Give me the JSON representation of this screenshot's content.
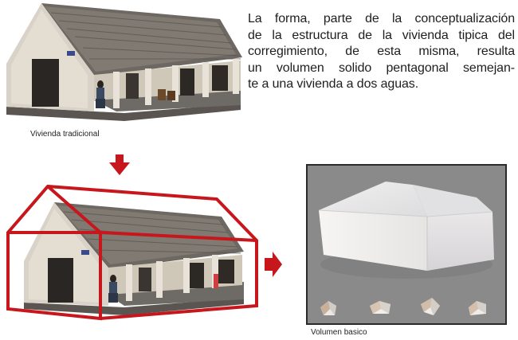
{
  "top_photo": {
    "caption": "Vivienda tradicional"
  },
  "description": {
    "lines": [
      "La forma, parte de la conceptualización",
      "de la estructura de la vivienda tipica del",
      "corregimiento, de esta misma, resulta",
      "un volumen solido pentagonal semejan-",
      "te a una vivienda a dos aguas."
    ]
  },
  "render": {
    "caption": "Volumen basico"
  },
  "colors": {
    "accent": "#c8161d",
    "render_background": "#8a8a8a"
  },
  "icons": {
    "down_arrow": "arrow-down-icon",
    "right_arrow": "arrow-right-icon"
  }
}
